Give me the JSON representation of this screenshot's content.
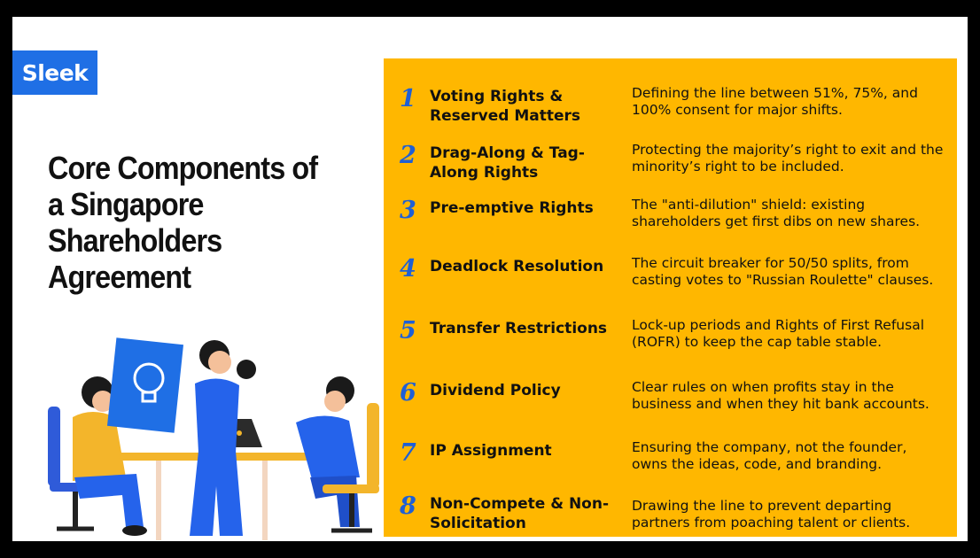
{
  "brand": {
    "logo_text": "Sleek",
    "logo_color": "#1f6fe5"
  },
  "title": "Core Components of a Singapore Shareholders Agreement",
  "panel_color": "#ffb700",
  "number_color": "#1e5fd6",
  "items": [
    {
      "num": "1",
      "name": "Voting Rights & Reserved Matters",
      "desc": "Defining the line between 51%, 75%, and 100% consent for major shifts."
    },
    {
      "num": "2",
      "name": "Drag-Along & Tag-Along Rights",
      "desc": "Protecting the majority’s right to exit and the minority’s right to be included."
    },
    {
      "num": "3",
      "name": "Pre-emptive Rights",
      "desc": "The \"anti-dilution\" shield: existing shareholders get first dibs on new shares."
    },
    {
      "num": "4",
      "name": "Deadlock Resolution",
      "desc": "The circuit breaker for 50/50 splits, from casting votes to \"Russian Roulette\" clauses."
    },
    {
      "num": "5",
      "name": "Transfer Restrictions",
      "desc": "Lock-up periods and Rights of First Refusal (ROFR) to keep the cap table stable."
    },
    {
      "num": "6",
      "name": "Dividend Policy",
      "desc": "Clear rules on when profits stay in the business and when they hit bank accounts."
    },
    {
      "num": "7",
      "name": "IP Assignment",
      "desc": "Ensuring the company, not the founder, owns the ideas, code, and branding."
    },
    {
      "num": "8",
      "name": "Non-Compete & Non-Solicitation",
      "desc": "Drawing the line to prevent departing partners from poaching talent or clients."
    }
  ]
}
